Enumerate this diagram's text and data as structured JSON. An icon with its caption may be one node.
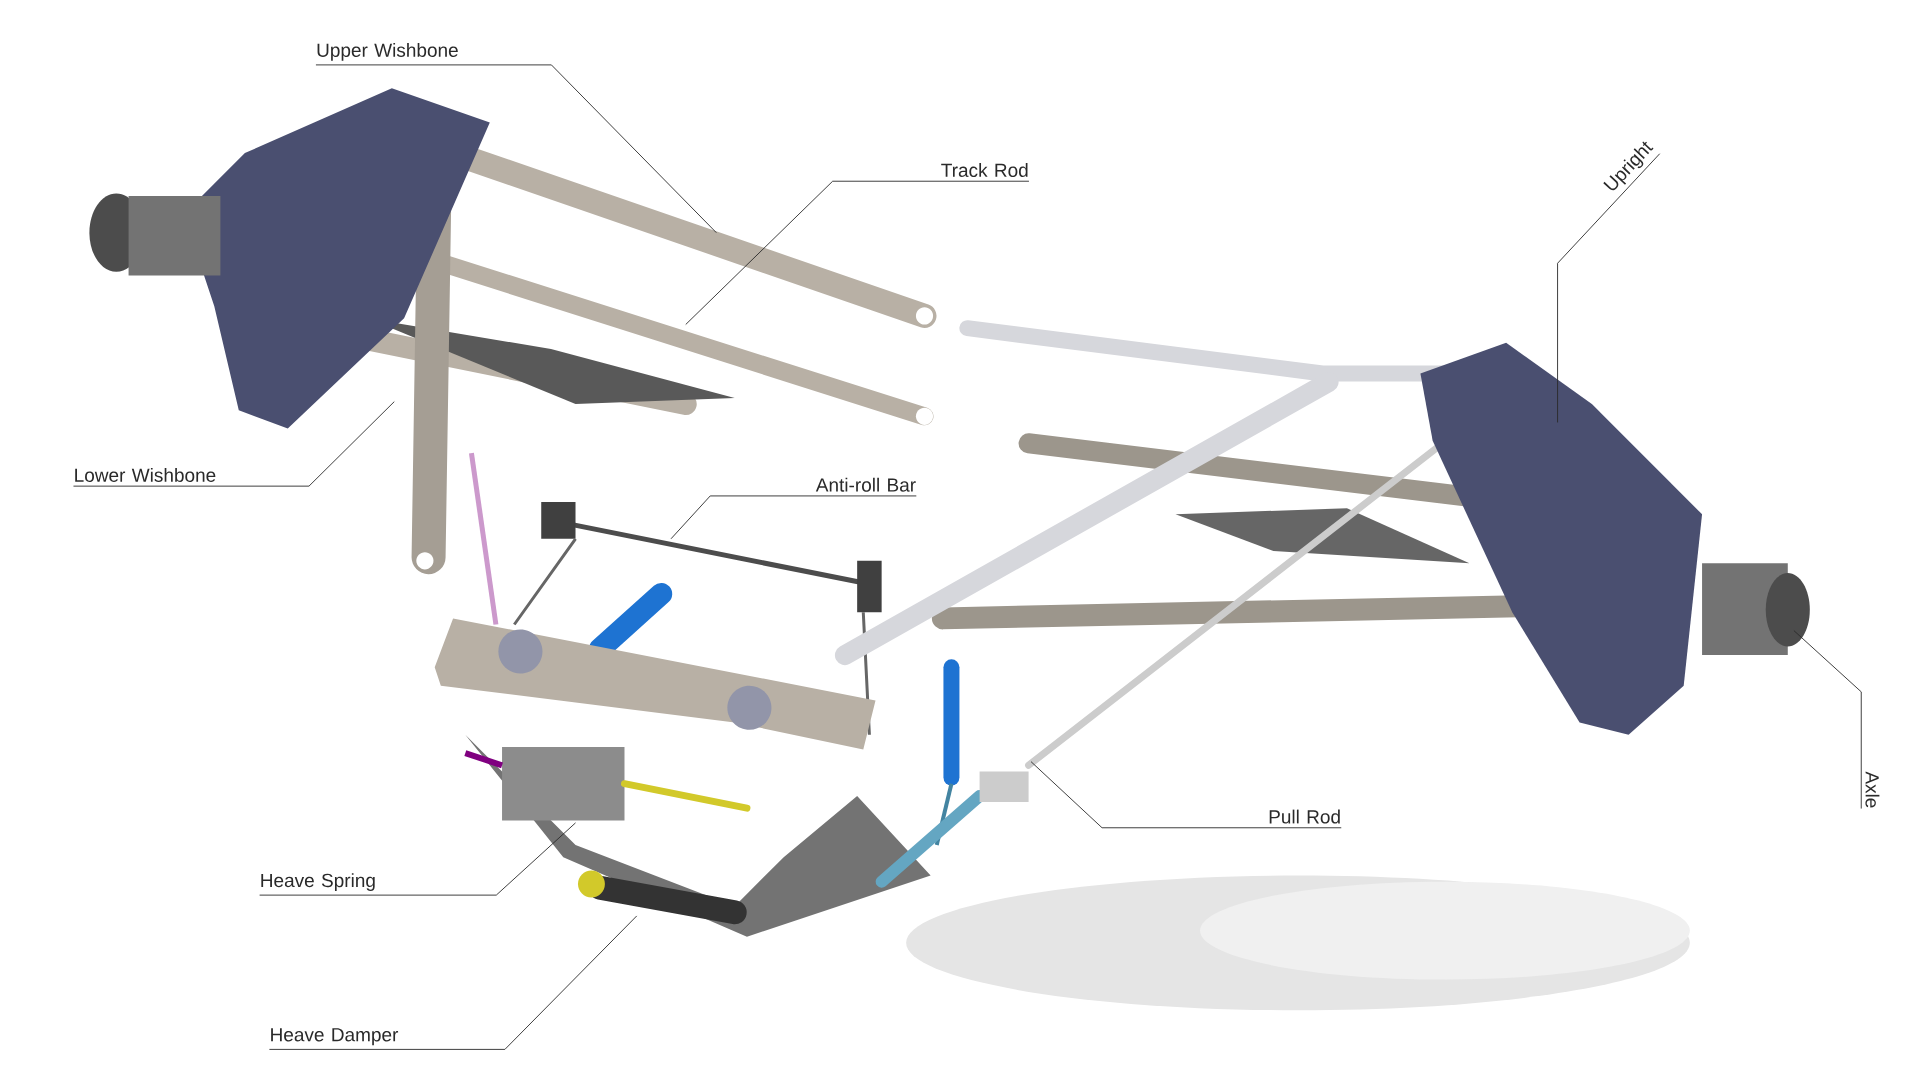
{
  "diagram": {
    "nodes": [
      {
        "text": [
          "Upper Wishbone"
        ]
      },
      {
        "text": [
          "Track Rod"
        ]
      },
      {
        "text": [
          "Upright"
        ]
      },
      {
        "text": [
          "Lower Wishbone"
        ]
      },
      {
        "text": [
          "Anti-roll Bar"
        ]
      },
      {
        "text": [
          "Pull Rod"
        ]
      },
      {
        "text": [
          "Axle"
        ]
      },
      {
        "text": [
          "Heave Spring"
        ]
      },
      {
        "text": [
          "Heave Damper"
        ]
      }
    ],
    "edges": [
      {
        "from": 0,
        "to": null,
        "arrow": "none"
      },
      {
        "from": 1,
        "to": null,
        "arrow": "none"
      },
      {
        "from": 2,
        "to": null,
        "arrow": "none"
      },
      {
        "from": 3,
        "to": null,
        "arrow": "none"
      },
      {
        "from": 4,
        "to": null,
        "arrow": "none"
      },
      {
        "from": 5,
        "to": null,
        "arrow": "none"
      },
      {
        "from": 6,
        "to": null,
        "arrow": "none"
      },
      {
        "from": 7,
        "to": null,
        "arrow": "none"
      },
      {
        "from": 8,
        "to": null,
        "arrow": "none"
      }
    ]
  }
}
